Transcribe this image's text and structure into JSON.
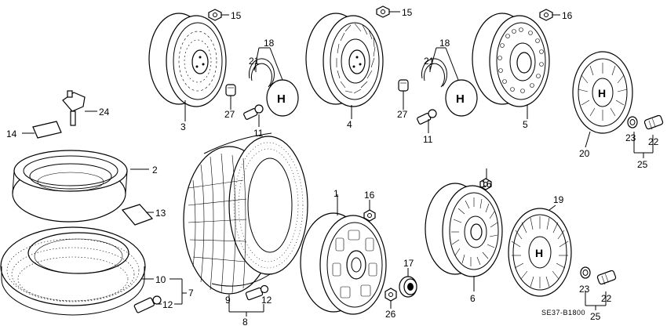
{
  "diagram": {
    "part_code": "SE37-B1800",
    "callouts": [
      {
        "id": "c1",
        "text": "1"
      },
      {
        "id": "c2",
        "text": "2"
      },
      {
        "id": "c3",
        "text": "3"
      },
      {
        "id": "c4",
        "text": "4"
      },
      {
        "id": "c5",
        "text": "5"
      },
      {
        "id": "c6",
        "text": "6"
      },
      {
        "id": "c7",
        "text": "7"
      },
      {
        "id": "c8",
        "text": "8"
      },
      {
        "id": "c9",
        "text": "9"
      },
      {
        "id": "c10",
        "text": "10"
      },
      {
        "id": "c11a",
        "text": "11"
      },
      {
        "id": "c11b",
        "text": "11"
      },
      {
        "id": "c12a",
        "text": "12"
      },
      {
        "id": "c12b",
        "text": "12"
      },
      {
        "id": "c13",
        "text": "13"
      },
      {
        "id": "c14",
        "text": "14"
      },
      {
        "id": "c15a",
        "text": "15"
      },
      {
        "id": "c15b",
        "text": "15"
      },
      {
        "id": "c16a",
        "text": "16"
      },
      {
        "id": "c16b",
        "text": "16"
      },
      {
        "id": "c16c",
        "text": "16"
      },
      {
        "id": "c17",
        "text": "17"
      },
      {
        "id": "c18a",
        "text": "18"
      },
      {
        "id": "c18b",
        "text": "18"
      },
      {
        "id": "c19",
        "text": "19"
      },
      {
        "id": "c20",
        "text": "20"
      },
      {
        "id": "c21a",
        "text": "21"
      },
      {
        "id": "c21b",
        "text": "21"
      },
      {
        "id": "c22a",
        "text": "22"
      },
      {
        "id": "c22b",
        "text": "22"
      },
      {
        "id": "c23a",
        "text": "23"
      },
      {
        "id": "c23b",
        "text": "23"
      },
      {
        "id": "c24",
        "text": "24"
      },
      {
        "id": "c25a",
        "text": "25"
      },
      {
        "id": "c25b",
        "text": "25"
      },
      {
        "id": "c26",
        "text": "26"
      },
      {
        "id": "c27a",
        "text": "27"
      },
      {
        "id": "c27b",
        "text": "27"
      }
    ]
  }
}
